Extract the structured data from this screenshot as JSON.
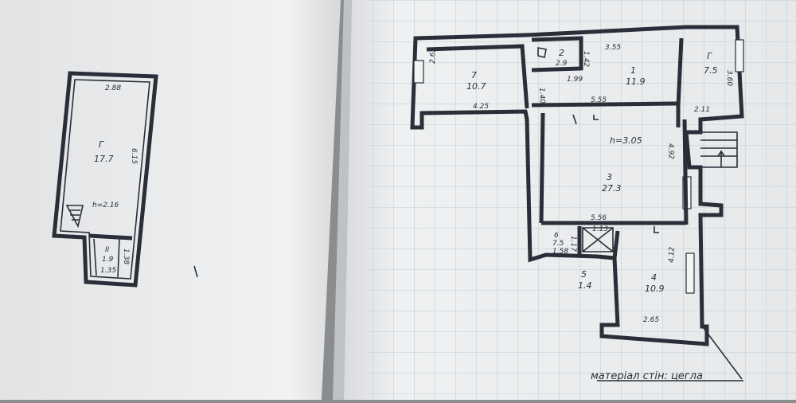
{
  "left_sheet": {
    "room_g": {
      "label": "Г",
      "area": "17.7"
    },
    "dim_top": "2.88",
    "dim_side": "6.15",
    "height": "h=2.16",
    "room_ii": {
      "label": "II",
      "area": "1.9"
    },
    "dim_ii_side": "1.38",
    "dim_ii_bottom": "1.35"
  },
  "right_sheet": {
    "room_7": {
      "label": "7",
      "area": "10.7"
    },
    "room_7_dims": {
      "side": "2.62",
      "bottom": "4.25"
    },
    "room_2": {
      "label": "2",
      "area": "2.9"
    },
    "room_2_dims": {
      "side": "1.42",
      "bottom": "1.99"
    },
    "room_1": {
      "label": "1",
      "area": "11.9"
    },
    "room_1_dims": {
      "top": "3.55",
      "side": "1.40"
    },
    "room_g": {
      "label": "Г",
      "area": "7.5"
    },
    "room_g_dims": {
      "side": "3.60",
      "bottom": "2.11"
    },
    "dim_555": "5.55",
    "height": "h=3.05",
    "room_3": {
      "label": "3",
      "area": "27.3"
    },
    "dim_492": "4.92",
    "dim_556": "5.56",
    "room_6": {
      "label": "6",
      "area": "7.5"
    },
    "room_6_dims": {
      "side": "1.17",
      "bottom": "1.58"
    },
    "room_5": {
      "label": "5",
      "area": "1.4"
    },
    "room_5_dim": "1.13",
    "room_4": {
      "label": "4",
      "area": "10.9"
    },
    "room_4_dims": {
      "side": "4.12",
      "bottom": "2.65"
    },
    "materials_note": "матеріал стін: цегла"
  }
}
